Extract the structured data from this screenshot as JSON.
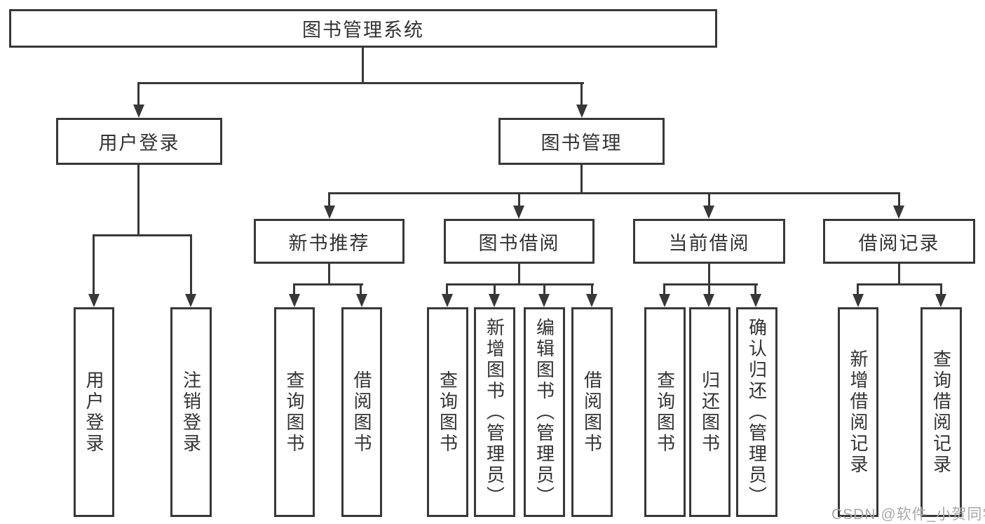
{
  "diagram_title": "图书管理系统",
  "watermark": {
    "text": "CSDN @软件_小贺同学"
  },
  "colors": {
    "line": "#383838",
    "text": "#333333",
    "background": "#ffffff",
    "watermark": "#a9a9a9"
  },
  "tree": {
    "label": "图书管理系统",
    "children": [
      {
        "label": "用户登录",
        "children": [
          {
            "label": "用户登录"
          },
          {
            "label": "注销登录"
          }
        ]
      },
      {
        "label": "图书管理",
        "children": [
          {
            "label": "新书推荐",
            "children": [
              {
                "label": "查询图书"
              },
              {
                "label": "借阅图书"
              }
            ]
          },
          {
            "label": "图书借阅",
            "children": [
              {
                "label": "查询图书"
              },
              {
                "label": "新增图书（管理员）"
              },
              {
                "label": "编辑图书（管理员）"
              },
              {
                "label": "借阅图书"
              }
            ]
          },
          {
            "label": "当前借阅",
            "children": [
              {
                "label": "查询图书"
              },
              {
                "label": "归还图书"
              },
              {
                "label": "确认归还（管理员）"
              }
            ]
          },
          {
            "label": "借阅记录",
            "children": [
              {
                "label": "新增借阅记录"
              },
              {
                "label": "查询借阅记录"
              }
            ]
          }
        ]
      }
    ]
  }
}
